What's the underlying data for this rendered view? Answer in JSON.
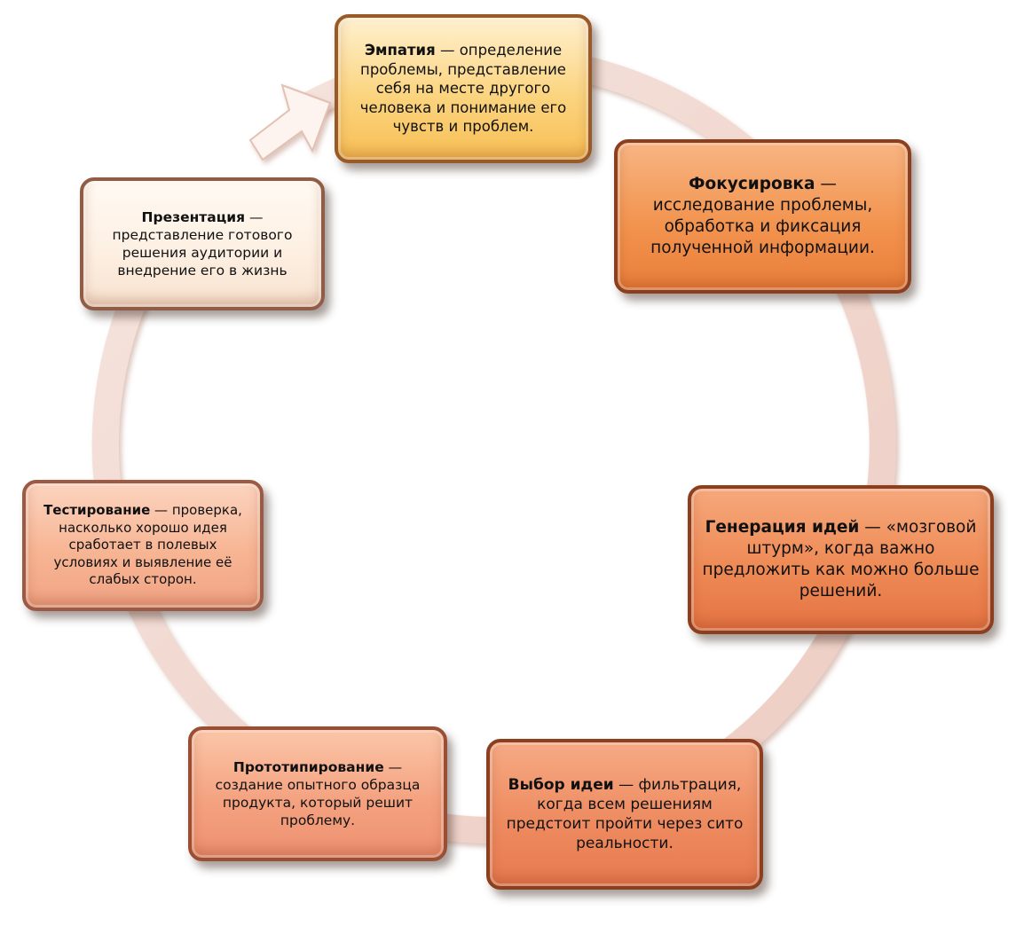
{
  "diagram": {
    "type": "cycle",
    "steps": [
      {
        "id": "empathy",
        "title": "Эмпатия",
        "description": " — определение проблемы, представление себя на месте другого человека и понимание его чувств и проблем.",
        "color": "#f9c865"
      },
      {
        "id": "focus",
        "title": "Фокусировка",
        "description": " — исследование проблемы, обработка и фиксация полученной информации.",
        "color": "#f0894a"
      },
      {
        "id": "ideation",
        "title": "Генерация идей",
        "description": " — «мозговой штурм», когда важно предложить как можно больше решений.",
        "color": "#ec8350"
      },
      {
        "id": "selection",
        "title": "Выбор идеи",
        "description": " — фильтрация, когда всем решениям предстоит пройти через сито реальности.",
        "color": "#ec855c"
      },
      {
        "id": "prototype",
        "title": "Прототипирование",
        "description": " — создание опытного образца продукта, который решит проблему.",
        "color": "#f29c7c"
      },
      {
        "id": "testing",
        "title": "Тестирование",
        "description": " — проверка, насколько хорошо идея сработает в полевых условиях и выявление её слабых сторон.",
        "color": "#f5ae90"
      },
      {
        "id": "presentation",
        "title": "Презентация",
        "description": " — представление готового решения аудитории и внедрение его в жизнь",
        "color": "#fcede0"
      }
    ],
    "ring_color": "#f4ded8",
    "arrow_direction": "clockwise"
  }
}
